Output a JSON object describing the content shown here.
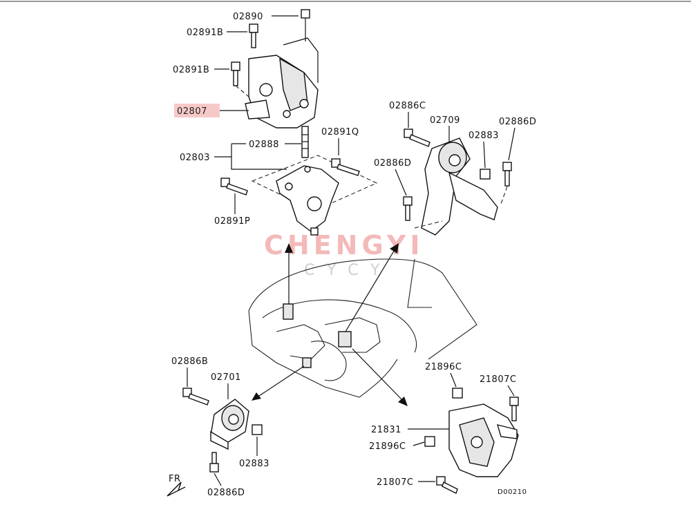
{
  "watermark": {
    "brand": "CHENGYI",
    "sub": "CYCY"
  },
  "labels": {
    "p02890": "02890",
    "p02891B_a": "02891B",
    "p02891B_b": "02891B",
    "p02807": "02807",
    "p02888": "02888",
    "p02891Q": "02891Q",
    "p02803": "02803",
    "p02891P": "02891P",
    "p02886C": "02886C",
    "p02709": "02709",
    "p02883_a": "02883",
    "p02886D_a": "02886D",
    "p02886D_b": "02886D",
    "p02886B": "02886B",
    "p02701": "02701",
    "p02883_b": "02883",
    "p02886D_c": "02886D",
    "p21896C_a": "21896C",
    "p21807C_a": "21807C",
    "p21831": "21831",
    "p21896C_b": "21896C",
    "p21807C_b": "21807C",
    "fr": "FR",
    "code": "D00210"
  },
  "colors": {
    "highlight": "#f6c9c9",
    "watermark": "#f4b9b9"
  }
}
